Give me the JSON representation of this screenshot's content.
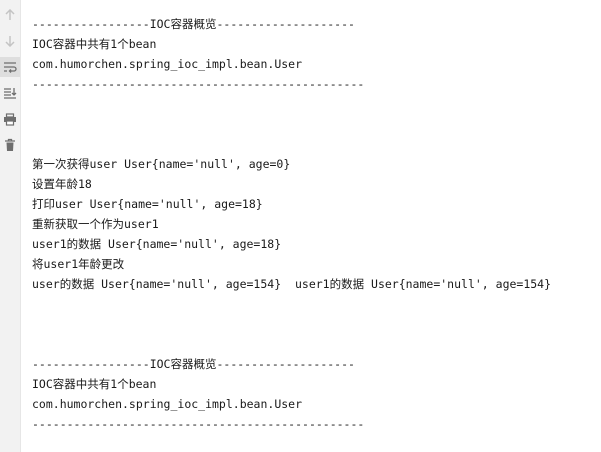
{
  "toolbar": {
    "icons": [
      "arrow-up-icon",
      "arrow-down-icon",
      "soft-wrap-icon",
      "scroll-to-end-icon",
      "print-icon",
      "trash-icon"
    ]
  },
  "colors": {
    "text": "#1a1a1a",
    "toolbar_bg": "#f2f2f2",
    "icon_disabled": "#c4c4c4",
    "icon_active": "#6e6e6e",
    "background": "#ffffff"
  },
  "console": {
    "lines": [
      "-----------------IOC容器概览--------------------",
      "IOC容器中共有1个bean",
      "com.humorchen.spring_ioc_impl.bean.User",
      "------------------------------------------------",
      "",
      "",
      "",
      "第一次获得user User{name='null', age=0}",
      "设置年龄18",
      "打印user User{name='null', age=18}",
      "重新获取一个作为user1",
      "user1的数据 User{name='null', age=18}",
      "将user1年龄更改",
      "user的数据 User{name='null', age=154}  user1的数据 User{name='null', age=154}",
      "",
      "",
      "",
      "-----------------IOC容器概览--------------------",
      "IOC容器中共有1个bean",
      "com.humorchen.spring_ioc_impl.bean.User",
      "------------------------------------------------"
    ]
  }
}
